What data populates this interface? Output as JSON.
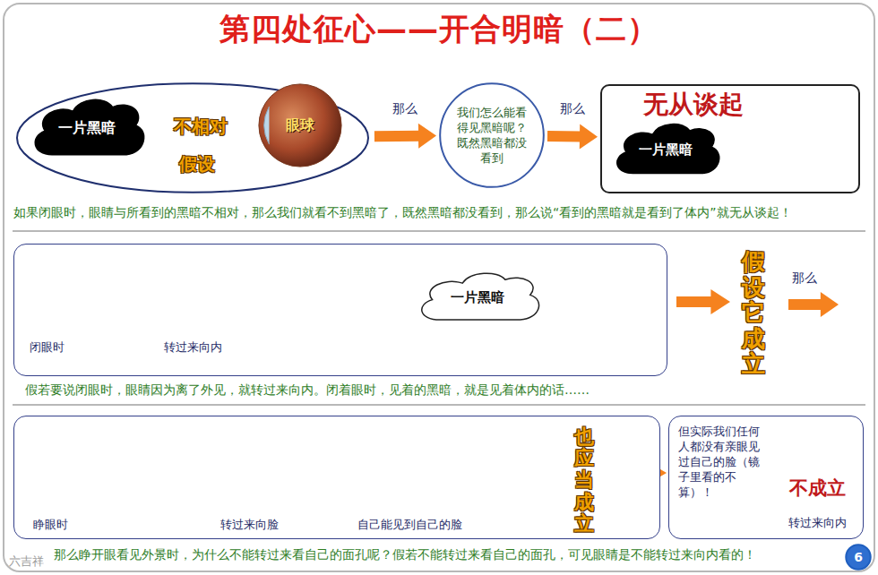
{
  "diagram": {
    "title": "第四处征心——开合明暗（二）",
    "nodes": [
      {
        "text": [
          "假设"
        ]
      },
      {
        "text": [
          "一片黑暗"
        ],
        "in": 0
      },
      {
        "text": [
          "眼球"
        ],
        "in": 0
      },
      {
        "text": [
          "我们怎么能看得见黑暗呢？既然黑暗都没看到"
        ]
      },
      {
        "text": [
          "无从谈起"
        ]
      },
      {
        "text": [
          "一片黑暗"
        ],
        "in": 4
      },
      {
        "text": [
          "闭眼时",
          "转过来向内"
        ]
      },
      {
        "text": [
          "一片黑暗"
        ],
        "in": 6
      },
      {
        "text": [
          "睁眼时",
          "转过来向脸",
          "自己能见到自己的脸"
        ]
      },
      {
        "text": [
          "但实际我们任何人都没有亲眼见过自己的脸（镜子里看的不算）！",
          "不成立",
          "转过来向内"
        ]
      },
      {
        "text": [
          "6"
        ]
      }
    ],
    "edges": [
      {
        "from": 1,
        "to": 2,
        "arrow": "both",
        "label": "不相对"
      },
      {
        "from": 0,
        "to": 3,
        "arrow": "to",
        "label": "那么"
      },
      {
        "from": 3,
        "to": 4,
        "arrow": "to",
        "label": "那么"
      }
    ],
    "labels": [
      "如果闭眼时，眼睛与所看到的黑暗不相对，那么我们就看不到黑暗了，既然黑暗都没看到，那么说“看到的黑暗就是看到了体内”就无从谈起！",
      "那么",
      "假设它成立",
      "假若要说闭眼时，眼睛因为离了外见，就转过来向内。闭着眼时，见着的黑暗，就是见着体内的话……",
      "也应当成立",
      "那么睁开眼看见外景时，为什么不能转过来看自己的面孔呢？假若不能转过来看自己的面孔，可见眼睛是不能转过来向内看的！",
      "六吉祥"
    ]
  }
}
